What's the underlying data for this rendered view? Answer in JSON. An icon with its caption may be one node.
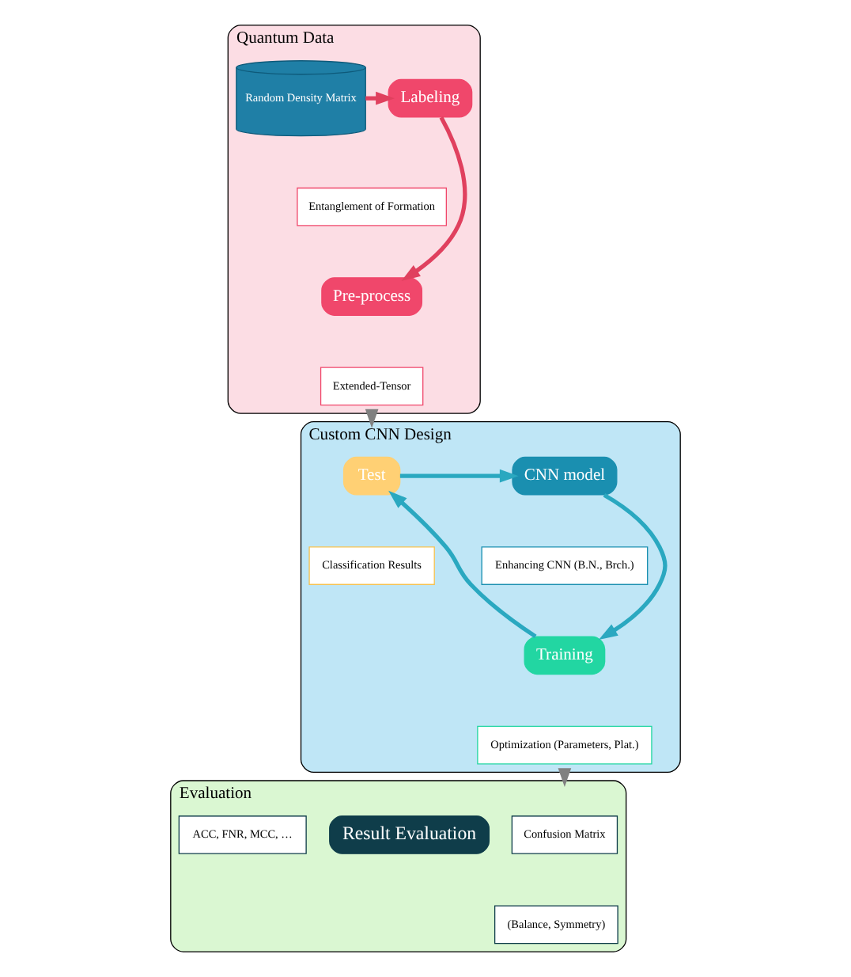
{
  "diagram": {
    "nodes": [
      {
        "text": [
          "Quantum Data"
        ]
      },
      {
        "text": [
          "Random Density Matrix"
        ],
        "in": 0
      },
      {
        "text": [
          "Labeling"
        ],
        "in": 0
      },
      {
        "text": [
          "Entanglement of Formation"
        ],
        "in": 0
      },
      {
        "text": [
          "Pre-process"
        ],
        "in": 0
      },
      {
        "text": [
          "Extended-Tensor"
        ],
        "in": 0
      },
      {
        "text": [
          "Custom CNN Design"
        ]
      },
      {
        "text": [
          "Test"
        ],
        "in": 6
      },
      {
        "text": [
          "Classification Results"
        ],
        "in": 6
      },
      {
        "text": [
          "CNN model"
        ],
        "in": 6
      },
      {
        "text": [
          "Enhancing CNN (B.N., Brch.)"
        ],
        "in": 6
      },
      {
        "text": [
          "Training"
        ],
        "in": 6
      },
      {
        "text": [
          "Optimization (Parameters, Plat.)"
        ],
        "in": 6
      },
      {
        "text": [
          "Evaluation"
        ]
      },
      {
        "text": [
          "Confusion Matrix"
        ],
        "in": 13
      },
      {
        "text": [
          "(Balance, Symmetry)"
        ],
        "in": 13
      },
      {
        "text": [
          "Result Evaluation"
        ],
        "in": 13
      },
      {
        "text": [
          "ACC, FNR, MCC, …"
        ],
        "in": 13
      }
    ],
    "edges": [
      {
        "from": 1,
        "to": 2,
        "arrow": "to",
        "color": "#e0405e"
      },
      {
        "from": 2,
        "to": 4,
        "arrow": "to",
        "color": "#e0405e"
      },
      {
        "from": 0,
        "to": 6,
        "arrow": "to",
        "color": "#808080"
      },
      {
        "from": 7,
        "to": 9,
        "arrow": "to",
        "color": "#2aa8c0"
      },
      {
        "from": 9,
        "to": 11,
        "arrow": "to",
        "color": "#2aa8c0"
      },
      {
        "from": 11,
        "to": 7,
        "arrow": "to",
        "color": "#2aa8c0"
      },
      {
        "from": 6,
        "to": 13,
        "arrow": "to",
        "color": "#808080"
      }
    ]
  }
}
